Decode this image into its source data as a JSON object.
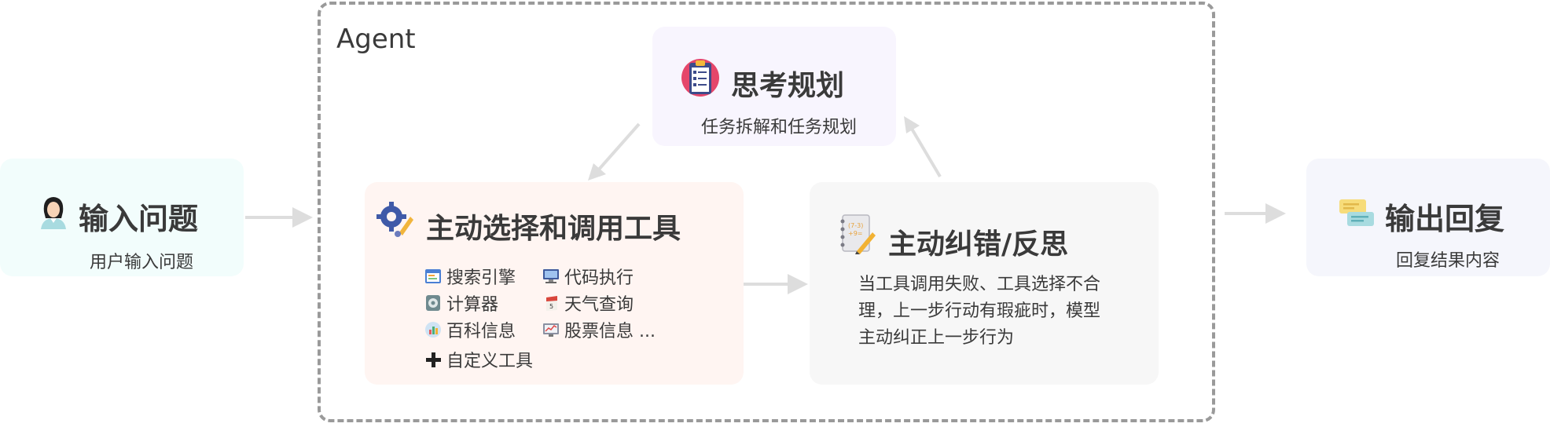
{
  "agent": {
    "label": "Agent"
  },
  "input": {
    "title": "输入问题",
    "subtitle": "用户输入问题",
    "icon": "user-icon"
  },
  "planning": {
    "title": "思考规划",
    "subtitle": "任务拆解和任务规划",
    "icon": "clipboard-checklist-icon"
  },
  "tools": {
    "title": "主动选择和调用工具",
    "icon": "gear-wrench-icon",
    "items": [
      {
        "label": "搜索引擎",
        "icon": "browser-icon"
      },
      {
        "label": "代码执行",
        "icon": "computer-icon"
      },
      {
        "label": "计算器",
        "icon": "calculator-icon"
      },
      {
        "label": "天气查询",
        "icon": "calendar-icon"
      },
      {
        "label": "百科信息",
        "icon": "globe-icon"
      },
      {
        "label": "股票信息 ...",
        "icon": "monitor-chart-icon"
      }
    ],
    "custom": {
      "label": "自定义工具",
      "icon": "plus-icon"
    }
  },
  "reflect": {
    "title": "主动纠错/反思",
    "icon": "notebook-pencil-icon",
    "lines": [
      "当工具调用失败、工具选择不合",
      "理，上一步行动有瑕疵时，模型",
      "主动纠正上一步行为"
    ]
  },
  "output": {
    "title": "输出回复",
    "subtitle": "回复结果内容",
    "icon": "chat-bubbles-icon"
  },
  "colors": {
    "input_bg": "#f2fdfc",
    "planning_bg": "#f8f5fe",
    "tools_bg": "#fff5f2",
    "reflect_bg": "#f7f7f7",
    "output_bg": "#f5f6fc",
    "arrow": "#dddddd",
    "frame": "#9a9a9a"
  }
}
